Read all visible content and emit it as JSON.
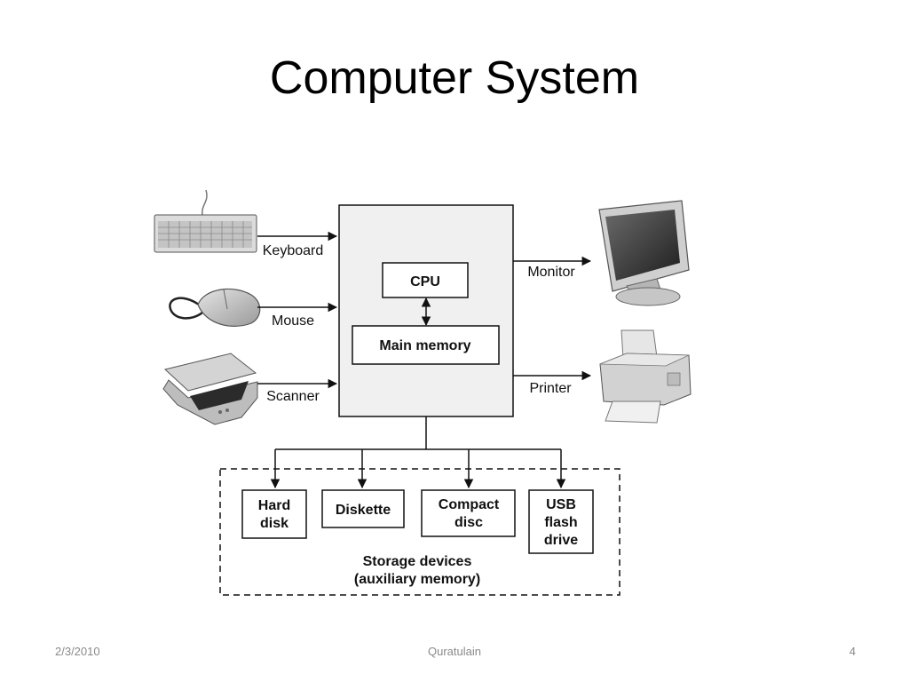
{
  "slide": {
    "title": "Computer System"
  },
  "diagram": {
    "inputs": [
      "Keyboard",
      "Mouse",
      "Scanner"
    ],
    "outputs": [
      "Monitor",
      "Printer"
    ],
    "cpu_label": "CPU",
    "memory_label": "Main memory",
    "storage_devices": [
      {
        "lines": [
          "Hard",
          "disk"
        ]
      },
      {
        "lines": [
          "Diskette"
        ]
      },
      {
        "lines": [
          "Compact",
          "disc"
        ]
      },
      {
        "lines": [
          "USB",
          "flash",
          "drive"
        ]
      }
    ],
    "storage_caption": [
      "Storage devices",
      "(auxiliary memory)"
    ]
  },
  "footer": {
    "date": "2/3/2010",
    "author": "Quratulain",
    "page": "4"
  }
}
